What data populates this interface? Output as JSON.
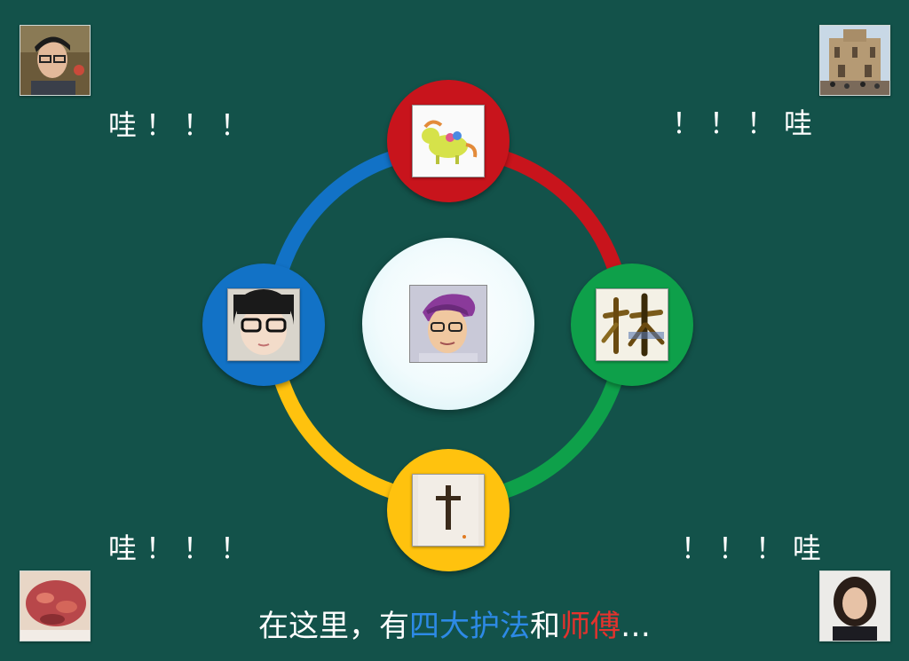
{
  "colors": {
    "background": "#13524a",
    "ring_red": "#c8141c",
    "ring_blue": "#1272c6",
    "ring_green": "#0ea04a",
    "ring_yellow": "#ffc20e",
    "caption_blue": "#2d8ae6",
    "caption_red": "#e5322d"
  },
  "exclamations": {
    "top_left": "哇！！！",
    "top_right": "！！！哇",
    "bottom_left": "哇！！！",
    "bottom_right": "！！！哇"
  },
  "ring_nodes": {
    "top": {
      "image": "cartoon-pony-avatar"
    },
    "left": {
      "image": "girl-with-glasses-photo"
    },
    "right": {
      "image": "calligraphy-character-avatar"
    },
    "bottom": {
      "image": "wooden-cross-photo"
    },
    "center": {
      "image": "cartoon-man-with-glasses-avatar"
    }
  },
  "corner_photos": {
    "top_left": {
      "image": "young-man-portrait"
    },
    "top_right": {
      "image": "ruins-facade-photo"
    },
    "bottom_left": {
      "image": "food-photo"
    },
    "bottom_right": {
      "image": "woman-portrait"
    }
  },
  "caption": {
    "part1": "在这里，有",
    "part2": "四大护法",
    "part3": "和",
    "part4": "师傅",
    "part5": "…"
  }
}
